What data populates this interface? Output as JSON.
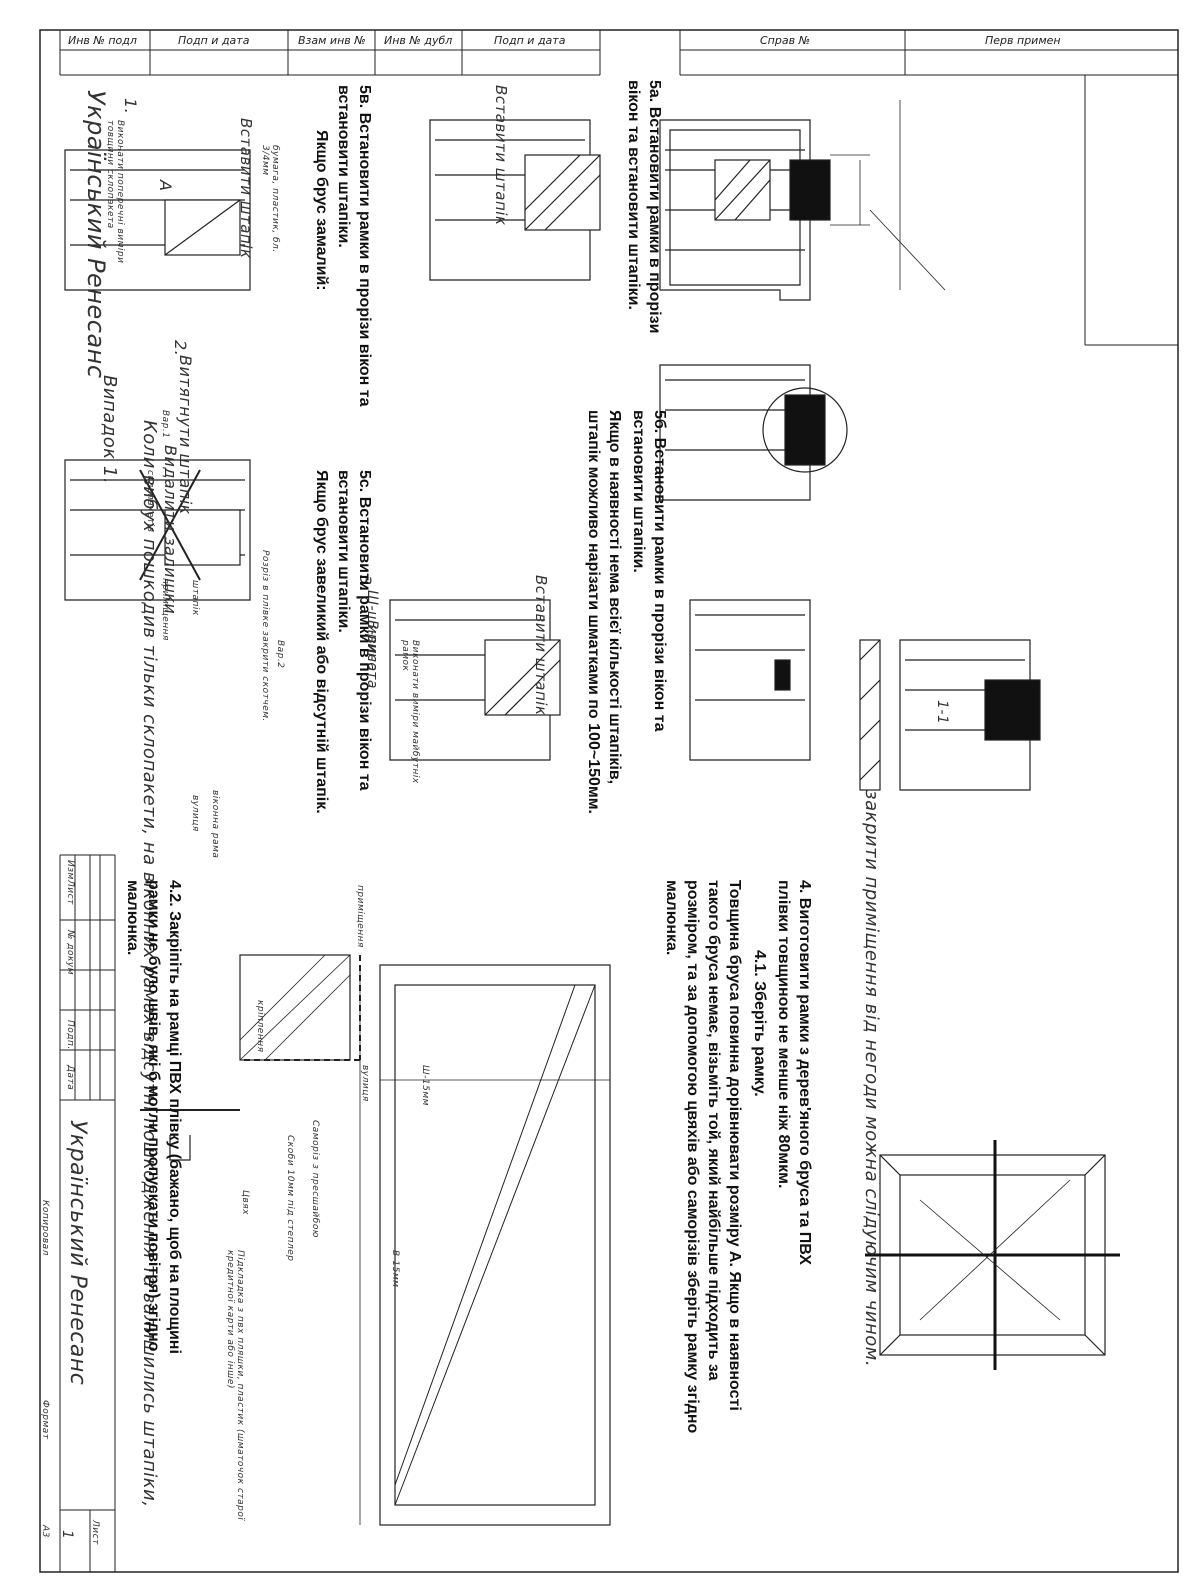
{
  "title_block": {
    "top_cells": [
      "Инв № подл",
      "Подп и дата",
      "Взам инв №",
      "Инв № дубл",
      "Подп и дата",
      "Справ №",
      "Перв примен"
    ],
    "company": "Український Ренесанс",
    "side_rows": [
      "Изм",
      "Лист",
      "№ докум",
      "Подп.",
      "Дата"
    ],
    "sheet_label": "Лист",
    "sheet_number": "1",
    "format_label": "Формат",
    "format_value": "А3",
    "copied_label": "Копировал"
  },
  "case": {
    "heading": "Випадок 1.",
    "description": "Коли вибух пошкодив тільки склопакети, на віконних рамах відсутні пошкодження та залишились штапіки,",
    "close_room": "закрити приміщення від негоди можна слідуючим чином."
  },
  "step1": {
    "num": "1.",
    "note": "Виконати поперечні виміри товщини склопакета",
    "dim": "A"
  },
  "step2": {
    "num": "2.",
    "pull": "Витягнути штапік",
    "remove": "Видалити залишки",
    "remove_sub": "склопакетів"
  },
  "step3": {
    "num": "3.",
    "w": "Ш-ширина",
    "h": "В-висота",
    "note": "Виконати виміри майбутніх рамок"
  },
  "labels": {
    "shtapik": "штапік",
    "room": "приміщення",
    "street": "вулиця",
    "window_frame": "віконна рама",
    "insert_bead": "Вставити штапік",
    "section": "1-1",
    "paper": "бумага, пластик, бл. 3/4мм",
    "var1": "Вар.1",
    "var2": "Вар.2",
    "cut": "Розріз в плівке закрити скотчем."
  },
  "step4": {
    "text": "4. Виготовити рамки з дерев'яного бруса та ПВХ плівки товщиною не менше ніж 80мкм.",
    "sub": "4.1. Зберіть рамку.",
    "detail": "Товщина бруса повинна дорівнювати розміру А. Якщо в наявності такого бруса немає, візьміть той, який найбільше підходить за розміром, та за допомогою цвяхів або саморізів зберіть рамку згідно малюнка."
  },
  "step42": {
    "text": "4.2. Закріпіть на рамці ПВХ плівку (бажано, щоб на площині рамки не було швів, які б могли пропускати повітря) згідно малюнка."
  },
  "frame_labels": {
    "w": "Ш-15мм",
    "h": "В-15мм",
    "room": "приміщення",
    "street": "вулиця",
    "fixing": "кріплення",
    "screws": "Саморіз з пресшайбою",
    "staples": "Скоби 10мм під степлер",
    "nail": "Цвях",
    "pad": "Підкладка з пвх пляшки, пластик (шматочок старої кредитної карти або інше)"
  },
  "step5a": {
    "text": "5а. Встановити рамки в прорізи вікон та встановити штапіки."
  },
  "step5b": {
    "text": "5б. Встановити рамки в прорізи вікон та встановити штапіки.",
    "note": "Якщо в наявності нема всієї кількості штапіків, штапік можливо нарізати шматками по 100~150мм."
  },
  "step5v": {
    "text": "5в. Встановити рамки в прорізи вікон та встановити штапіки.",
    "note": "Якщо брус замалий:"
  },
  "step5c": {
    "text": "5с. Встановити рамки в прорізи вікон та встановити штапіки.",
    "note": "Якщо брус завеликий або відсутній штапік."
  }
}
